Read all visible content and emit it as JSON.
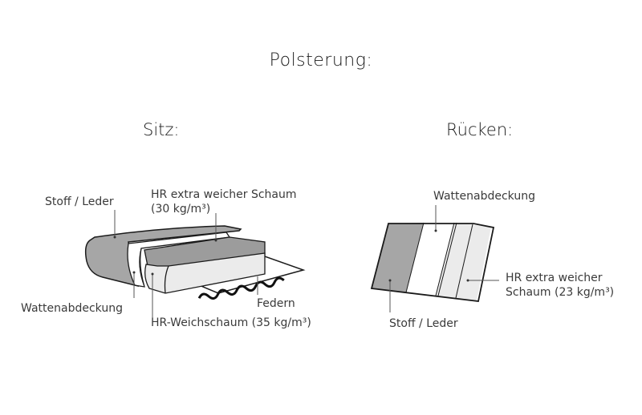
{
  "title": "Polsterung:",
  "sitz": {
    "heading": "Sitz:",
    "labels": {
      "stoff": "Stoff / Leder",
      "hr_extra_line1": "HR extra weicher Schaum",
      "hr_extra_line2": "(30 kg/m³)",
      "watten": "Wattenabdeckung",
      "hr_weich": "HR-Weichschaum (35 kg/m³)",
      "federn": "Federn"
    }
  },
  "ruecken": {
    "heading": "Rücken:",
    "labels": {
      "watten": "Wattenabdeckung",
      "hr_extra_line1": "HR extra weicher",
      "hr_extra_line2": "Schaum (23 kg/m³)",
      "stoff": "Stoff / Leder"
    }
  },
  "colors": {
    "fabric": "#a6a6a6",
    "foam_dark": "#9c9c9c",
    "foam_light": "#ebebeb",
    "wadding": "#ffffff",
    "outline": "#1a1a1a",
    "leader": "#555555"
  }
}
